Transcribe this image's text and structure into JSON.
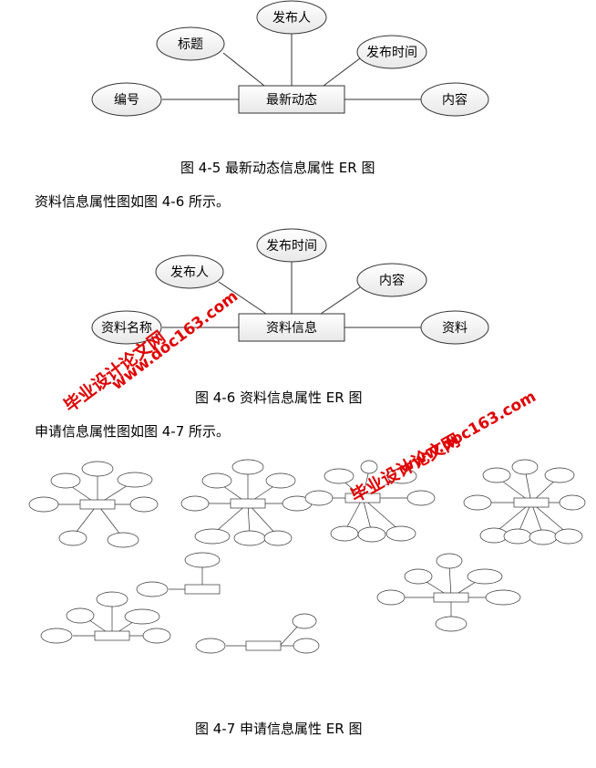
{
  "diagram1": {
    "center": "最新动态",
    "attrs": [
      "发布人",
      "标题",
      "发布时间",
      "编号",
      "内容"
    ],
    "caption": "图 4-5 最新动态信息属性 ER 图"
  },
  "para1": "资料信息属性图如图 4-6 所示。",
  "diagram2": {
    "center": "资料信息",
    "attrs": [
      "发布时间",
      "发布人",
      "内容",
      "资料名称",
      "资料"
    ],
    "caption": "图 4-6 资料信息属性 ER 图"
  },
  "para2": "申请信息属性图如图 4-7 所示。",
  "caption3": "图 4-7 申请信息属性 ER 图",
  "watermark": {
    "line1": "毕业设计论文网",
    "line2": "www.doc163.com"
  }
}
